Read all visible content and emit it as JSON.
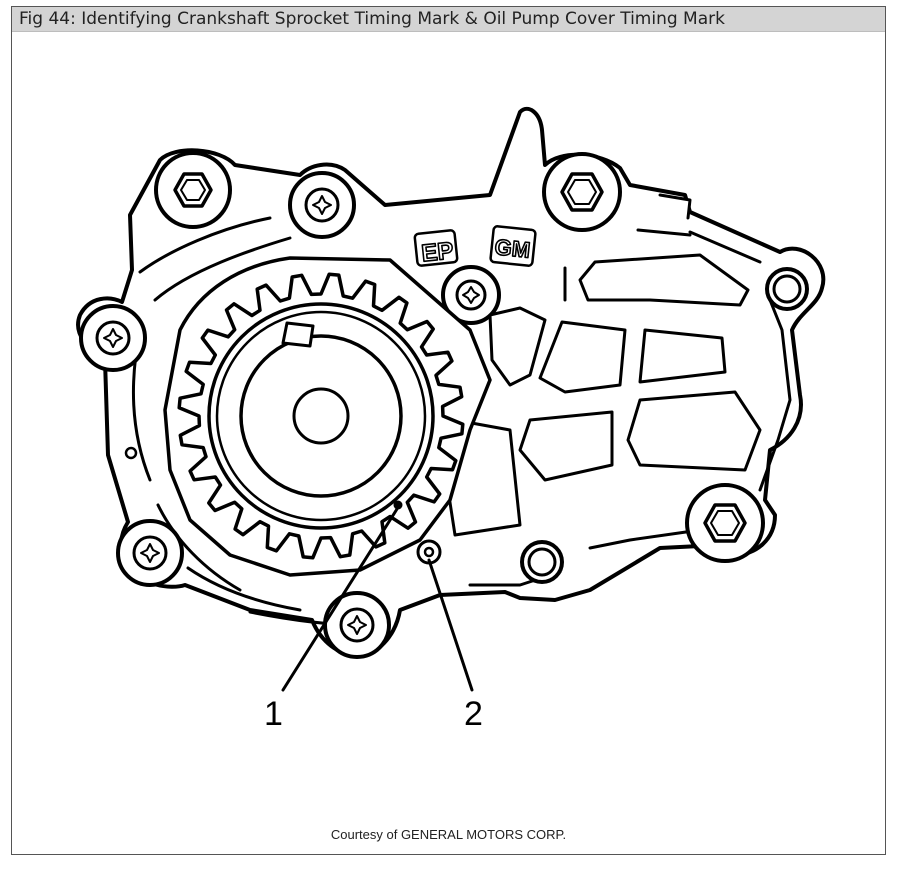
{
  "header": {
    "title": "Fig 44: Identifying Crankshaft Sprocket Timing Mark & Oil Pump Cover Timing Mark"
  },
  "diagram": {
    "casting_marks": {
      "left": "EP",
      "right": "GM"
    },
    "callouts": [
      {
        "label": "1"
      },
      {
        "label": "2"
      }
    ]
  },
  "footer": {
    "courtesy": "Courtesy of GENERAL MOTORS CORP."
  }
}
